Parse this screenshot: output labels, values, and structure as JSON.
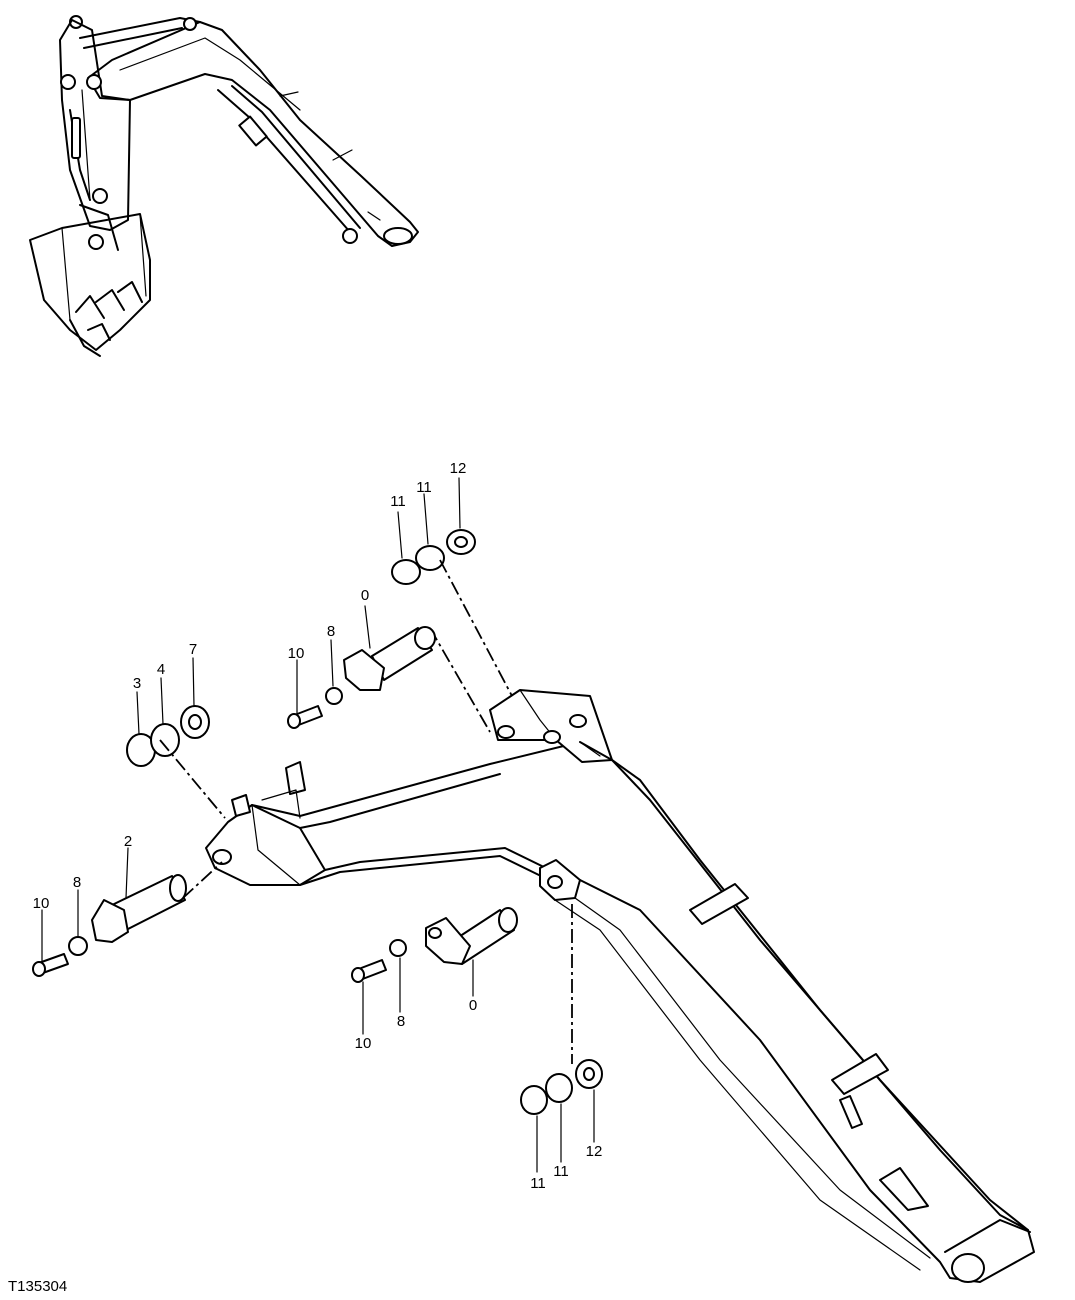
{
  "figure_code": "T135304",
  "callouts": {
    "top_right_washer_a": "11",
    "top_right_washer_b": "11",
    "top_right_washer_c": "12",
    "upper_pin": "0",
    "upper_collar": "8",
    "upper_bolt": "10",
    "foot_washer_a": "3",
    "foot_washer_b": "4",
    "foot_washer_c": "7",
    "foot_pin": "2",
    "foot_collar": "8",
    "foot_bolt": "10",
    "lower_pin": "0",
    "lower_collar": "8",
    "lower_bolt": "10",
    "bottom_washer_a": "11",
    "bottom_washer_b": "11",
    "bottom_washer_c": "12"
  }
}
